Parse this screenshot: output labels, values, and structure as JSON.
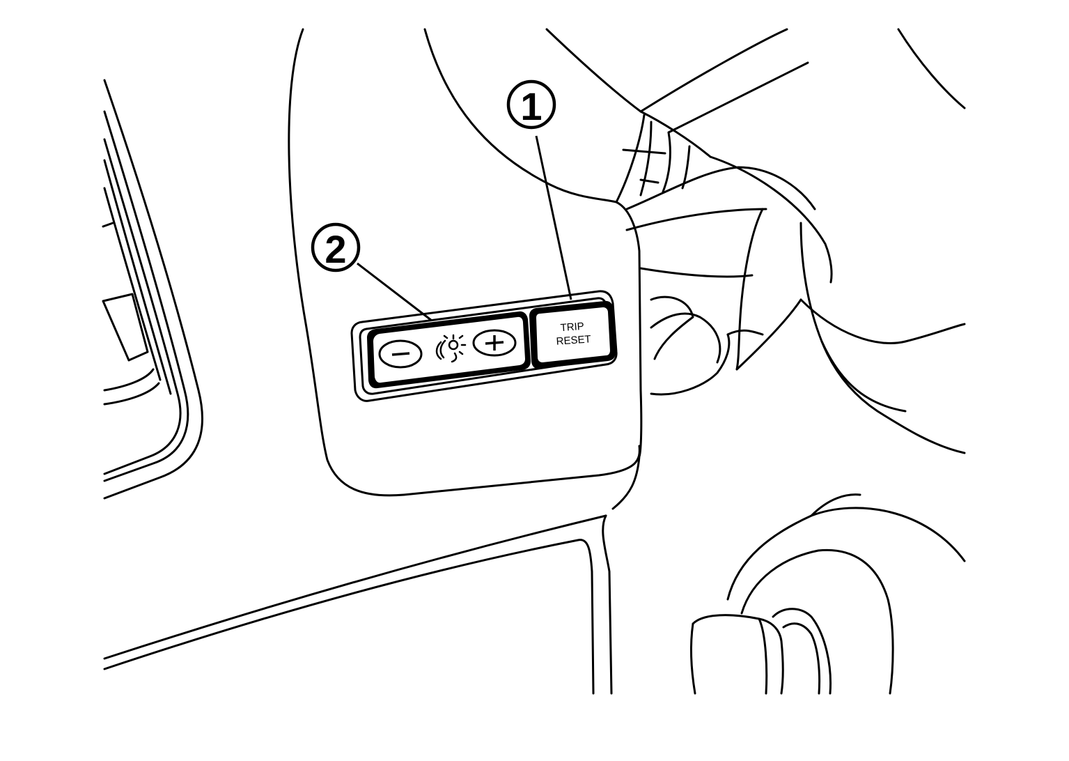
{
  "diagram": {
    "callouts": [
      {
        "number": "1",
        "target": "trip-reset-button"
      },
      {
        "number": "2",
        "target": "illumination-control-switch"
      }
    ],
    "trip_reset": {
      "line1": "TRIP",
      "line2": "RESET"
    },
    "illumination_switch": {
      "minus_label": "−",
      "plus_label": "+",
      "icon": "illumination-brightness-icon"
    },
    "colors": {
      "ink": "#000000",
      "paper": "#ffffff"
    }
  }
}
